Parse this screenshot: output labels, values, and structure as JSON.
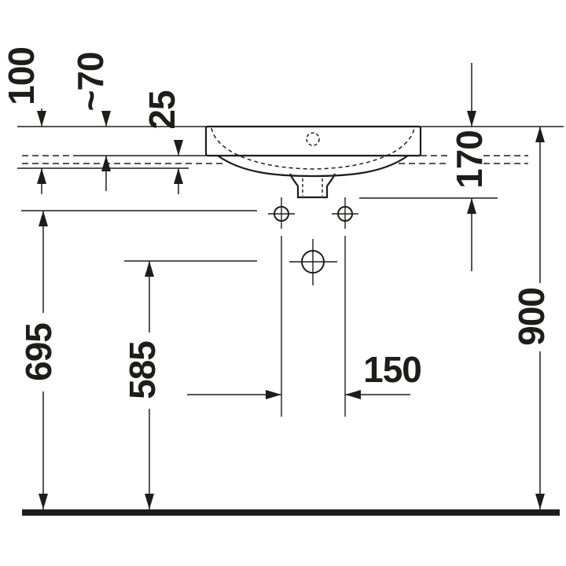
{
  "colors": {
    "ink": "#1d1d1b",
    "background": "#ffffff"
  },
  "dims": {
    "d100": "100",
    "d70": "~70",
    "d25": "25",
    "d170": "170",
    "d900": "900",
    "d695": "695",
    "d585": "585",
    "d150": "150"
  },
  "features": [
    "washbasin-outline",
    "faucet-hole",
    "overflow-bowl-hidden-contour",
    "drain-outlet-stub",
    "fixing-hole-left",
    "fixing-hole-right",
    "drain-position-mark",
    "wall-reference-dashed-lines",
    "floor-line"
  ]
}
